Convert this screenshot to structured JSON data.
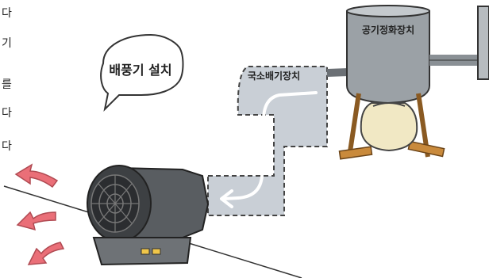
{
  "left_edge_text": [
    "다",
    "기",
    "를",
    "다",
    "다"
  ],
  "speech_bubble": {
    "text": "배풍기 설치"
  },
  "duct_label": "국소배기장치",
  "purifier_label": "공기정화장치",
  "colors": {
    "duct_fill": "#c9cfd6",
    "purifier_body": "#9ba1a6",
    "blower_body": "#595d61",
    "exhaust_arrow": "#ea6f78",
    "wood_stand": "#c98a3c",
    "sack": "#f1e8c4"
  }
}
